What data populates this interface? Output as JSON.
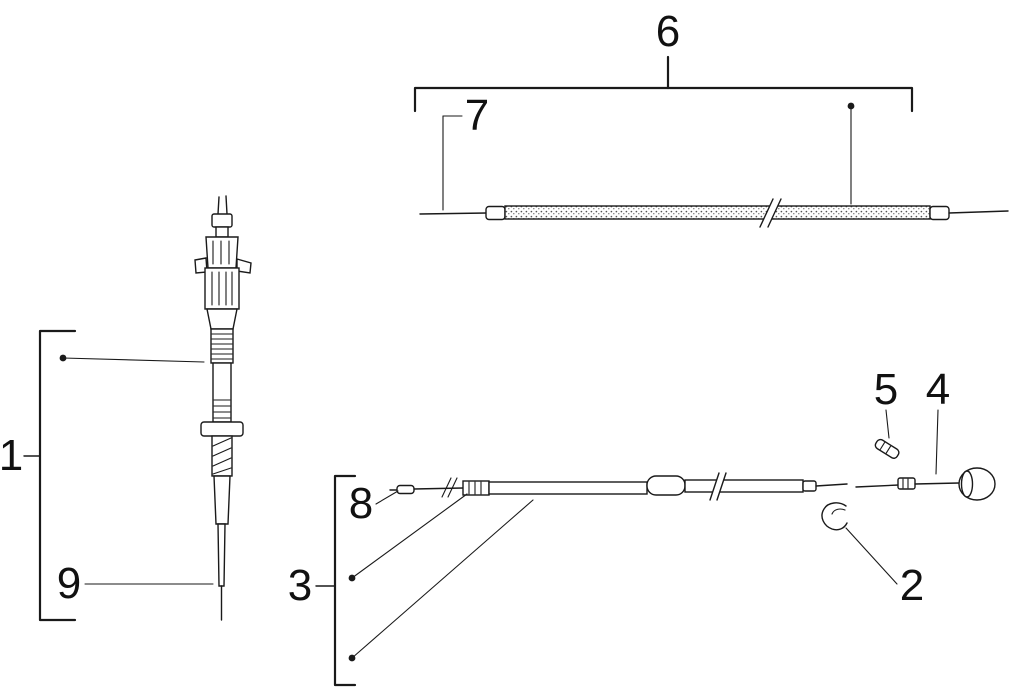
{
  "page": {
    "background": "#ffffff",
    "line_color": "#1a1a1a"
  },
  "diagram": {
    "type": "exploded-parts-line-drawing",
    "callouts": [
      {
        "label": "1"
      },
      {
        "label": "2"
      },
      {
        "label": "3"
      },
      {
        "label": "4"
      },
      {
        "label": "5"
      },
      {
        "label": "6"
      },
      {
        "label": "7"
      },
      {
        "label": "8"
      },
      {
        "label": "9"
      }
    ]
  }
}
